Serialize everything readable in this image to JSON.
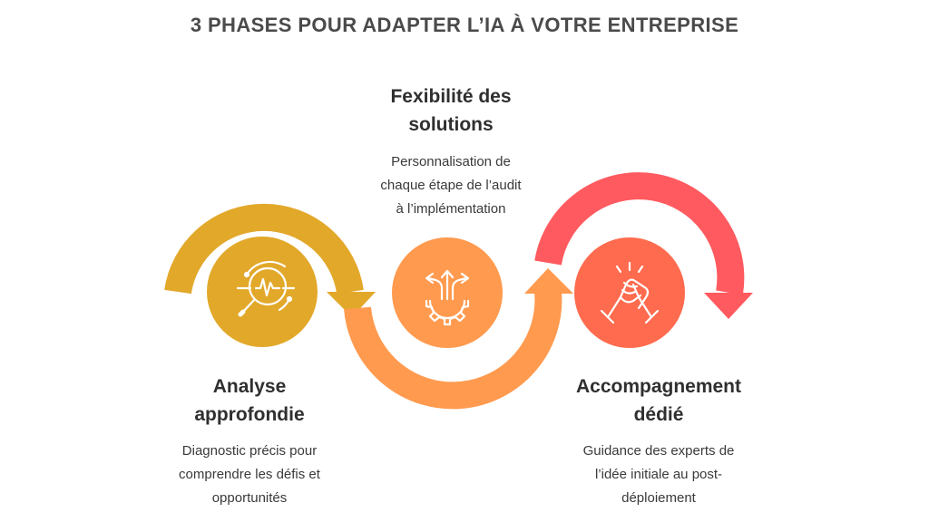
{
  "title": "3 PHASES POUR ADAPTER L’IA À VOTRE ENTREPRISE",
  "colors": {
    "phase1": "#E2A82A",
    "phase2": "#FF9A4F",
    "phase3": "#FF6B4E",
    "arrow3": "#FF5A5F",
    "text": "#2F2F2F"
  },
  "phases": [
    {
      "title_line1": "Analyse",
      "title_line2": "approfondie",
      "desc_line1": "Diagnostic précis pour",
      "desc_line2": "comprendre les défis et",
      "desc_line3": "opportunités",
      "icon": "analysis-magnifier-icon"
    },
    {
      "title_line1": "Fexibilité des",
      "title_line2": "solutions",
      "desc_line1": "Personnalisation de",
      "desc_line2": "chaque étape de l’audit",
      "desc_line3": "à l’implémentation",
      "icon": "gear-arrows-icon"
    },
    {
      "title_line1": "Accompagnement",
      "title_line2": "dédié",
      "desc_line1": "Guidance des experts de",
      "desc_line2": "l’idée initiale au post-",
      "desc_line3": "déploiement",
      "icon": "handshake-icon"
    }
  ]
}
